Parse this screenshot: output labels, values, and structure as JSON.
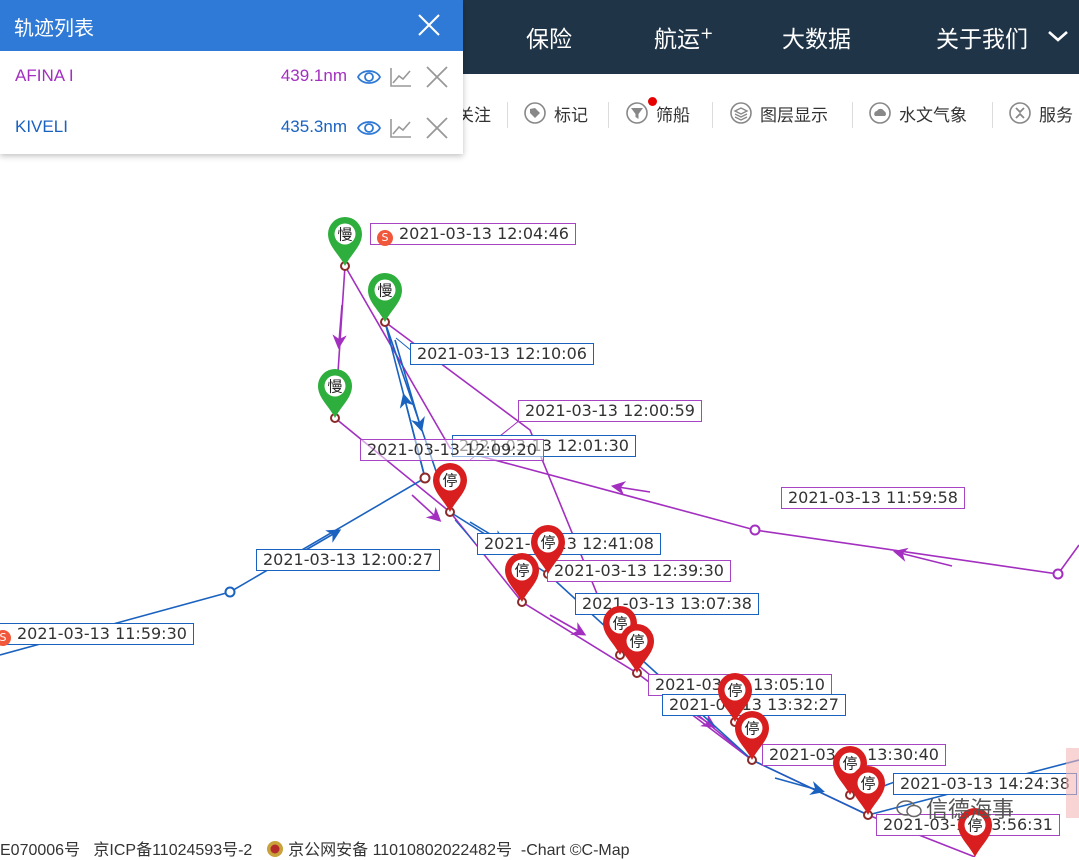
{
  "nav": {
    "items": [
      "保险",
      "航运",
      "大数据",
      "关于我们"
    ],
    "shipping_sup": "+"
  },
  "toolbar": {
    "items": [
      "关注",
      "标记",
      "筛船",
      "图层显示",
      "水文气象",
      "服务"
    ]
  },
  "panel": {
    "title": "轨迹列表",
    "ships": [
      {
        "name": "AFINA I",
        "distance": "439.1nm",
        "color": "#a32fc0"
      },
      {
        "name": "KIVELI",
        "distance": "435.3nm",
        "color": "#1a62c0"
      }
    ]
  },
  "markers": {
    "slow_label": "慢",
    "stop_label": "停",
    "s_badge": "S"
  },
  "track_labels": [
    "2021-03-13 12:04:46",
    "2021-03-13 12:10:06",
    "2021-03-13 12:00:59",
    "2021-03-13 12:01:30",
    "2021-03-13 12:09:20",
    "2021-03-13 11:59:58",
    "2021-03-13 12:41:08",
    "2021-03-13 12:00:27",
    "2021-03-13 12:39:30",
    "2021-03-13 13:07:38",
    "2021-03-13 11:59:30",
    "2021-03-13 13:05:10",
    "2021-03-13 13:32:27",
    "2021-03-13 13:30:40",
    "2021-03-13 14:24:38",
    "2021-03-13 13:56:31"
  ],
  "watermark": "信德海事",
  "footer": {
    "icp1": "E070006号",
    "icp2": "京ICP备11024593号-2",
    "police": "京公网安备 11010802022482号",
    "chart": "-Chart ©C-Map"
  },
  "colors": {
    "afina_track": "#a32fc0",
    "kiveli_track": "#1a62c0",
    "slow_marker": "#2eae3c",
    "stop_marker": "#d81e1e",
    "nav_bg": "#1f3446",
    "panel_header": "#2f7ad6"
  }
}
